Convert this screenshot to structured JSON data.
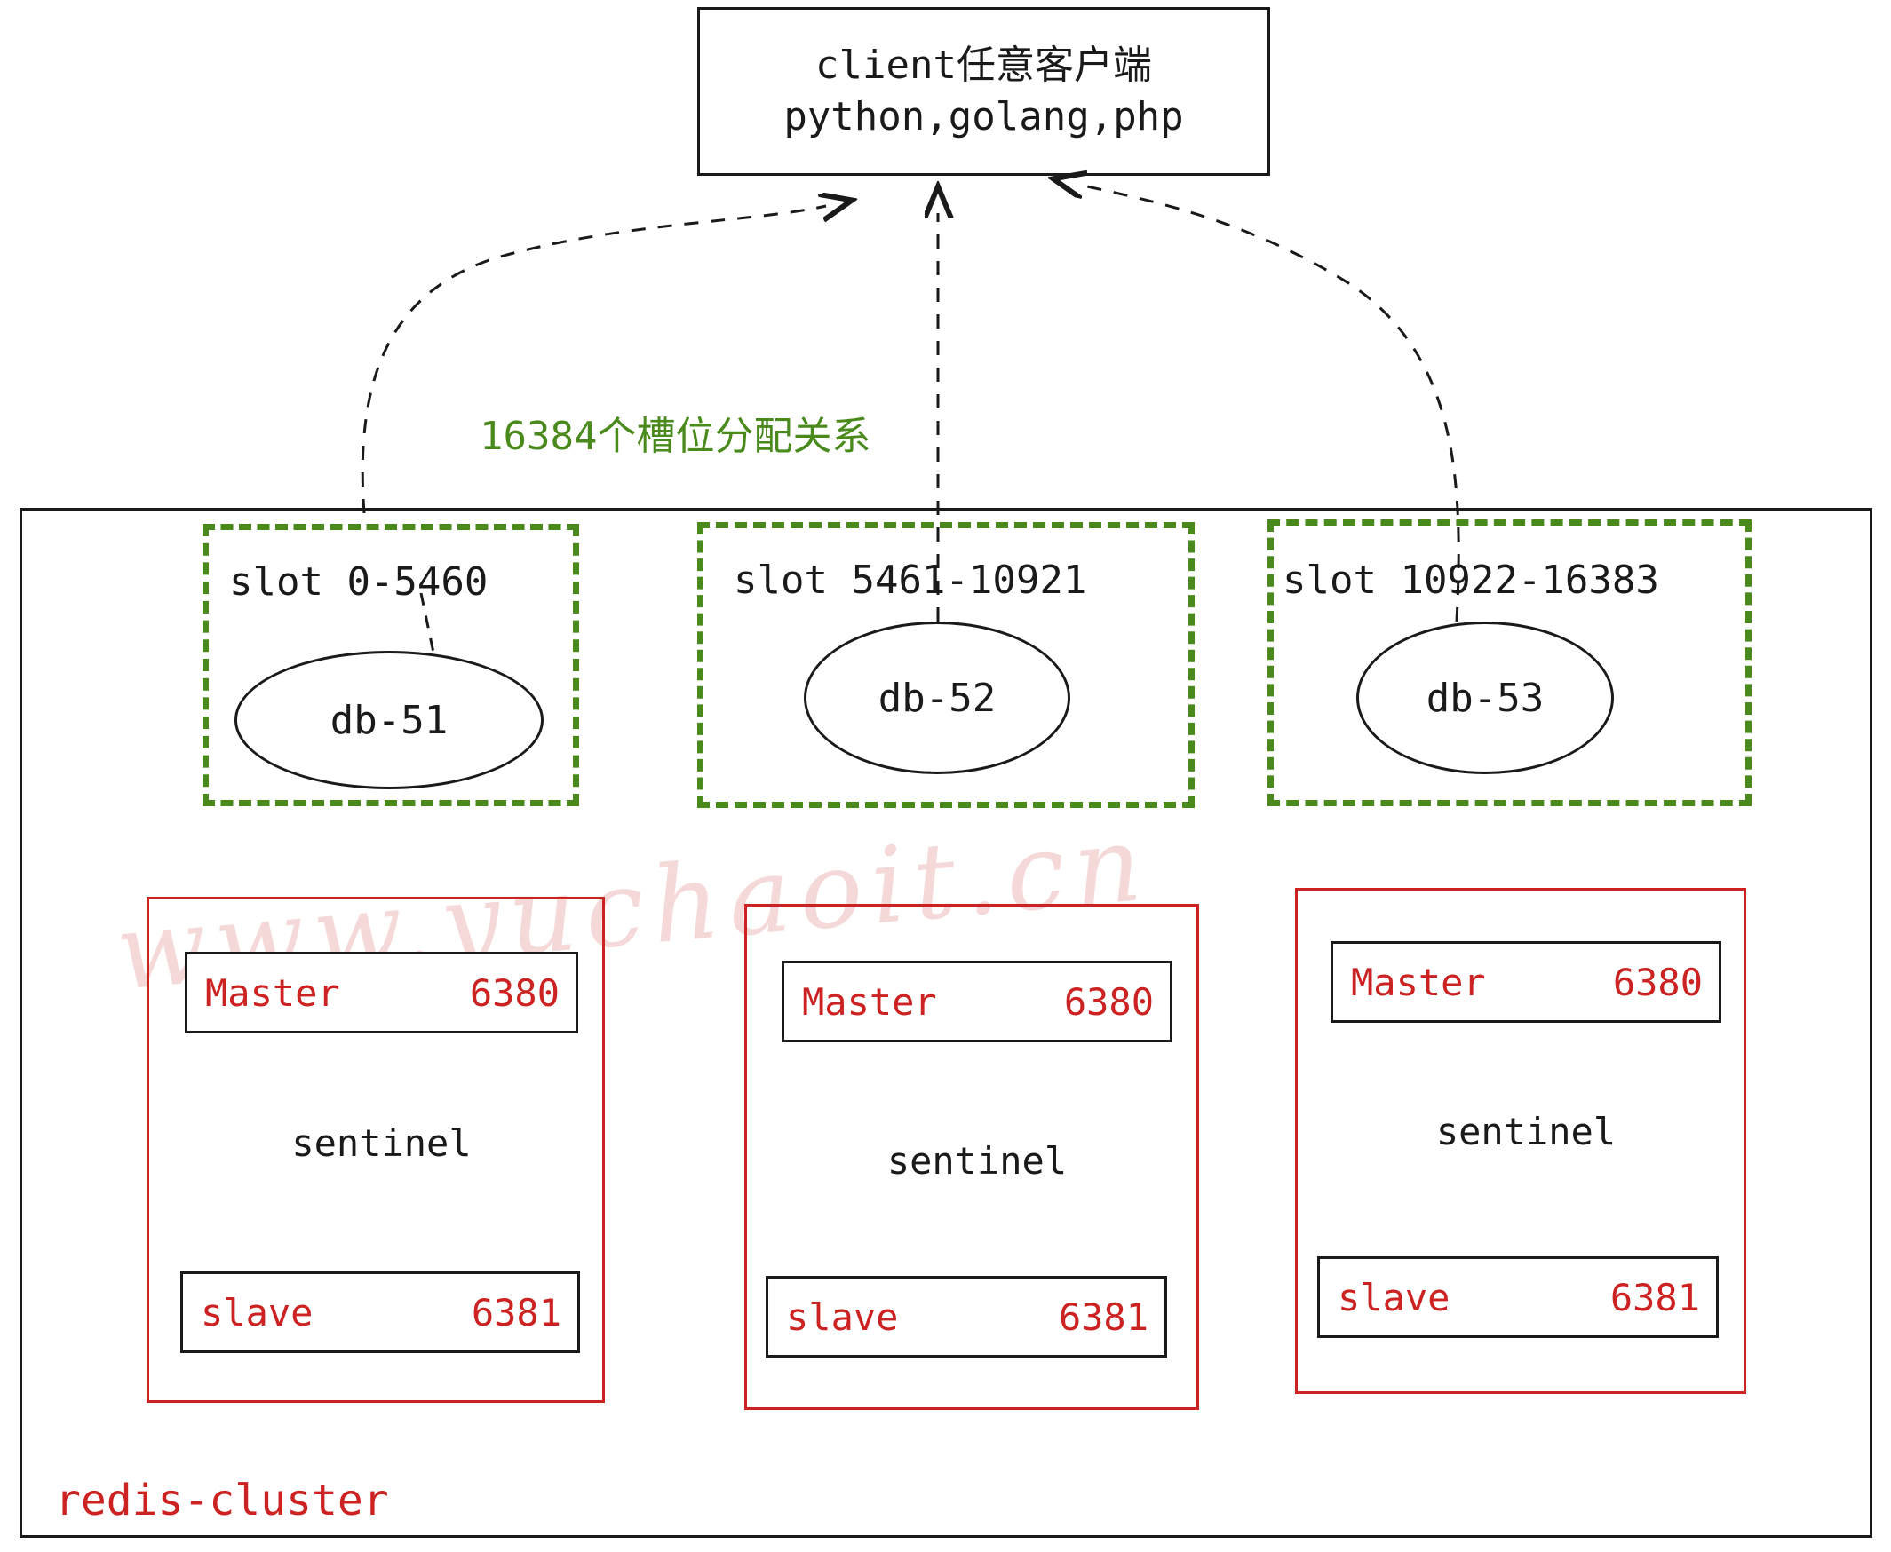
{
  "client": {
    "line1": "client任意客户端",
    "line2": "python,golang,php"
  },
  "annotation": {
    "slots_note": "16384个槽位分配关系"
  },
  "cluster": {
    "label": "redis-cluster"
  },
  "watermark": {
    "text": "www.yuchaoit.cn"
  },
  "colors": {
    "slot_green": "#4a8a1c",
    "node_red": "#cc2222",
    "outline": "#1a1a1a"
  },
  "slot_groups": [
    {
      "title": "slot 0-5460",
      "db": "db-51"
    },
    {
      "title": "slot 5461-10921",
      "db": "db-52"
    },
    {
      "title": "slot 10922-16383",
      "db": "db-53"
    }
  ],
  "nodes": [
    {
      "master_role": "Master",
      "master_port": "6380",
      "sentinel": "sentinel",
      "slave_role": "slave",
      "slave_port": "6381"
    },
    {
      "master_role": "Master",
      "master_port": "6380",
      "sentinel": "sentinel",
      "slave_role": "slave",
      "slave_port": "6381"
    },
    {
      "master_role": "Master",
      "master_port": "6380",
      "sentinel": "sentinel",
      "slave_role": "slave",
      "slave_port": "6381"
    }
  ]
}
